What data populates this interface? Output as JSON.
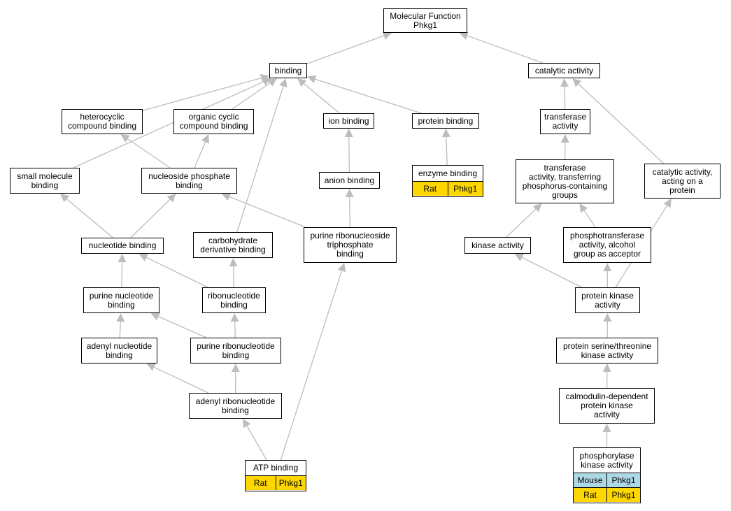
{
  "colors": {
    "edge": "#bdbdbd",
    "rat": "#ffd700",
    "mouse": "#add8e6",
    "border": "#000000"
  },
  "nodes": {
    "root": "Molecular Function\nPhkg1",
    "binding": "binding",
    "catalytic": "catalytic activity",
    "hetero": "heterocyclic\ncompound binding",
    "organic": "organic cyclic\ncompound binding",
    "ion": "ion binding",
    "protein_binding": "protein binding",
    "transferase": "transferase\nactivity",
    "small_molecule": "small molecule\nbinding",
    "nucleoside_phosphate": "nucleoside phosphate\nbinding",
    "anion": "anion binding",
    "transferase_p": "transferase\nactivity, transferring\nphosphorus-containing\ngroups",
    "catalytic_protein": "catalytic activity,\nacting on a\nprotein",
    "nucleotide": "nucleotide binding",
    "carbohydrate": "carbohydrate\nderivative binding",
    "purine_rnt_triphosphate": "purine ribonucleoside\ntriphosphate\nbinding",
    "kinase": "kinase activity",
    "phosphotransferase": "phosphotransferase\nactivity, alcohol\ngroup as acceptor",
    "purine_nucleotide": "purine nucleotide\nbinding",
    "ribonucleotide": "ribonucleotide\nbinding",
    "protein_kinase": "protein kinase\nactivity",
    "adenyl_nucleotide": "adenyl nucleotide\nbinding",
    "purine_ribonucleotide": "purine ribonucleotide\nbinding",
    "ser_thr_kinase": "protein serine/threonine\nkinase activity",
    "adenyl_ribonucleotide": "adenyl ribonucleotide\nbinding",
    "calmodulin": "calmodulin-dependent\nprotein kinase\nactivity"
  },
  "tables": {
    "enzyme": {
      "title": "enzyme binding",
      "rows": [
        {
          "species": "Rat",
          "gene": "Phkg1",
          "color": "#ffd700"
        }
      ]
    },
    "atp": {
      "title": "ATP binding",
      "rows": [
        {
          "species": "Rat",
          "gene": "Phkg1",
          "color": "#ffd700"
        }
      ]
    },
    "phosphorylase": {
      "title": "phosphorylase\nkinase activity",
      "rows": [
        {
          "species": "Mouse",
          "gene": "Phkg1",
          "color": "#add8e6"
        },
        {
          "species": "Rat",
          "gene": "Phkg1",
          "color": "#ffd700"
        }
      ]
    }
  },
  "edges": [
    [
      "binding",
      "root"
    ],
    [
      "catalytic",
      "root"
    ],
    [
      "hetero",
      "binding"
    ],
    [
      "organic",
      "binding"
    ],
    [
      "ion",
      "binding"
    ],
    [
      "protein_binding",
      "binding"
    ],
    [
      "small_molecule",
      "binding"
    ],
    [
      "carbohydrate",
      "binding"
    ],
    [
      "transferase",
      "catalytic"
    ],
    [
      "catalytic_protein",
      "catalytic"
    ],
    [
      "enzyme",
      "protein_binding"
    ],
    [
      "anion",
      "ion"
    ],
    [
      "nucleoside_phosphate",
      "hetero"
    ],
    [
      "nucleoside_phosphate",
      "organic"
    ],
    [
      "transferase_p",
      "transferase"
    ],
    [
      "purine_rnt_triphosphate",
      "anion"
    ],
    [
      "purine_rnt_triphosphate",
      "nucleoside_phosphate"
    ],
    [
      "nucleotide",
      "small_molecule"
    ],
    [
      "nucleotide",
      "nucleoside_phosphate"
    ],
    [
      "kinase",
      "transferase_p"
    ],
    [
      "phosphotransferase",
      "transferase_p"
    ],
    [
      "purine_nucleotide",
      "nucleotide"
    ],
    [
      "ribonucleotide",
      "nucleotide"
    ],
    [
      "ribonucleotide",
      "carbohydrate"
    ],
    [
      "protein_kinase",
      "kinase"
    ],
    [
      "protein_kinase",
      "phosphotransferase"
    ],
    [
      "protein_kinase",
      "catalytic_protein"
    ],
    [
      "adenyl_nucleotide",
      "purine_nucleotide"
    ],
    [
      "purine_ribonucleotide",
      "purine_nucleotide"
    ],
    [
      "purine_ribonucleotide",
      "ribonucleotide"
    ],
    [
      "ser_thr_kinase",
      "protein_kinase"
    ],
    [
      "adenyl_ribonucleotide",
      "adenyl_nucleotide"
    ],
    [
      "adenyl_ribonucleotide",
      "purine_ribonucleotide"
    ],
    [
      "calmodulin",
      "ser_thr_kinase"
    ],
    [
      "atp",
      "adenyl_ribonucleotide"
    ],
    [
      "atp",
      "purine_rnt_triphosphate"
    ],
    [
      "phosphorylase",
      "calmodulin"
    ]
  ]
}
